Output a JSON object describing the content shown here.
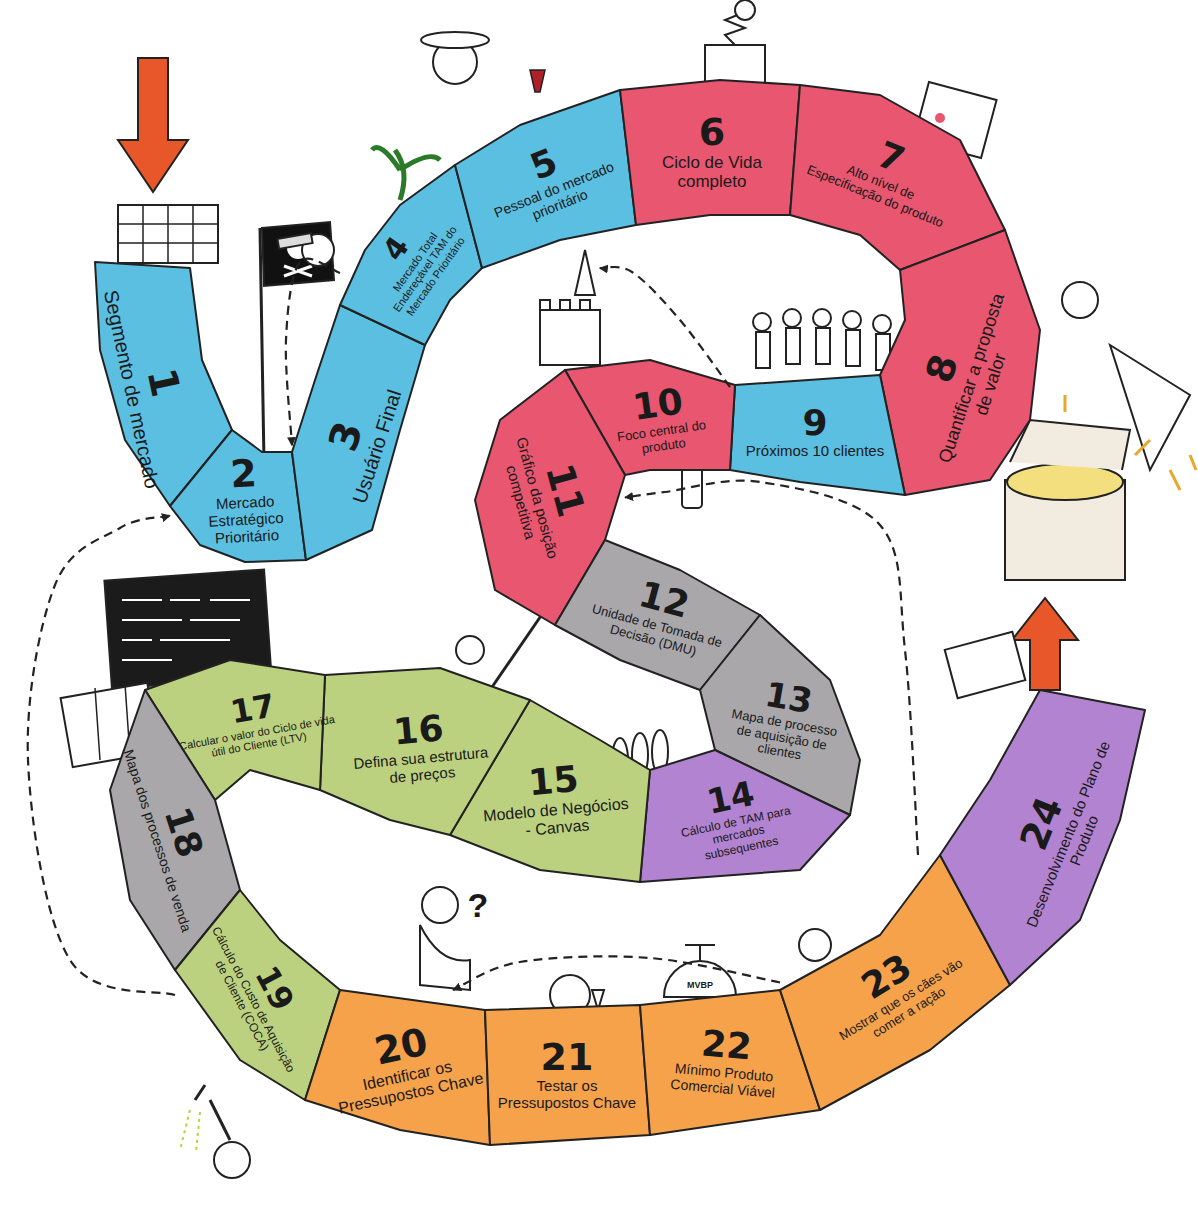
{
  "diagram": {
    "nodes": [
      {
        "text": [
          "1",
          "Segmento de mercado"
        ]
      },
      {
        "text": [
          "2",
          "Mercado Estratégico Prioritário"
        ]
      },
      {
        "text": [
          "3",
          "Usuário Final"
        ]
      },
      {
        "text": [
          "4",
          "Mercado Total Endereçável TAM do Mercado Prioritário"
        ]
      },
      {
        "text": [
          "5",
          "Pessoal do mercado prioritário"
        ]
      },
      {
        "text": [
          "6",
          "Ciclo de Vida completo"
        ]
      },
      {
        "text": [
          "7",
          "Alto nível de Especificação do produto"
        ]
      },
      {
        "text": [
          "8",
          "Quantificar a proposta de valor"
        ]
      },
      {
        "text": [
          "9",
          "Próximos 10 clientes"
        ]
      },
      {
        "text": [
          "10",
          "Foco central do produto"
        ]
      },
      {
        "text": [
          "11",
          "Gráfico da posição competitiva"
        ]
      },
      {
        "text": [
          "12",
          "Unidade de Tomada de Decisão (DMU)"
        ]
      },
      {
        "text": [
          "13",
          "Mapa de processo de aquisição de clientes"
        ]
      },
      {
        "text": [
          "14",
          "Cálculo de TAM para mercados subsequentes"
        ]
      },
      {
        "text": [
          "15",
          "Modelo de Negócios - Canvas"
        ]
      },
      {
        "text": [
          "16",
          "Defina sua estrutura de preços"
        ]
      },
      {
        "text": [
          "17",
          "Calcular o valor do Ciclo de vida útil do Cliente (LTV)"
        ]
      },
      {
        "text": [
          "18",
          "Mapa dos processos de venda"
        ]
      },
      {
        "text": [
          "19",
          "Cálculo do Custo de Aquisição de Cliente (COCA)"
        ]
      },
      {
        "text": [
          "20",
          "Identificar os Pressupostos Chave"
        ]
      },
      {
        "text": [
          "21",
          "Testar os Pressupostos Chave"
        ]
      },
      {
        "text": [
          "22",
          "Mínimo Produto Comercial Viável"
        ]
      },
      {
        "text": [
          "23",
          "Mostrar que os cães vão comer a ração"
        ]
      },
      {
        "text": [
          "24",
          "Desenvolvimento do Plano de Produto"
        ]
      }
    ],
    "edges": [
      {
        "from": 3,
        "to": 2,
        "arrow": "to"
      },
      {
        "from": 8,
        "to": 4,
        "arrow": "to"
      },
      {
        "from": 22,
        "to": 10,
        "arrow": "to"
      },
      {
        "from": 18,
        "to": 1,
        "arrow": "to"
      },
      {
        "from": 22,
        "to": 19,
        "arrow": "to"
      }
    ],
    "labels": [
      "?",
      "MVBP"
    ]
  }
}
